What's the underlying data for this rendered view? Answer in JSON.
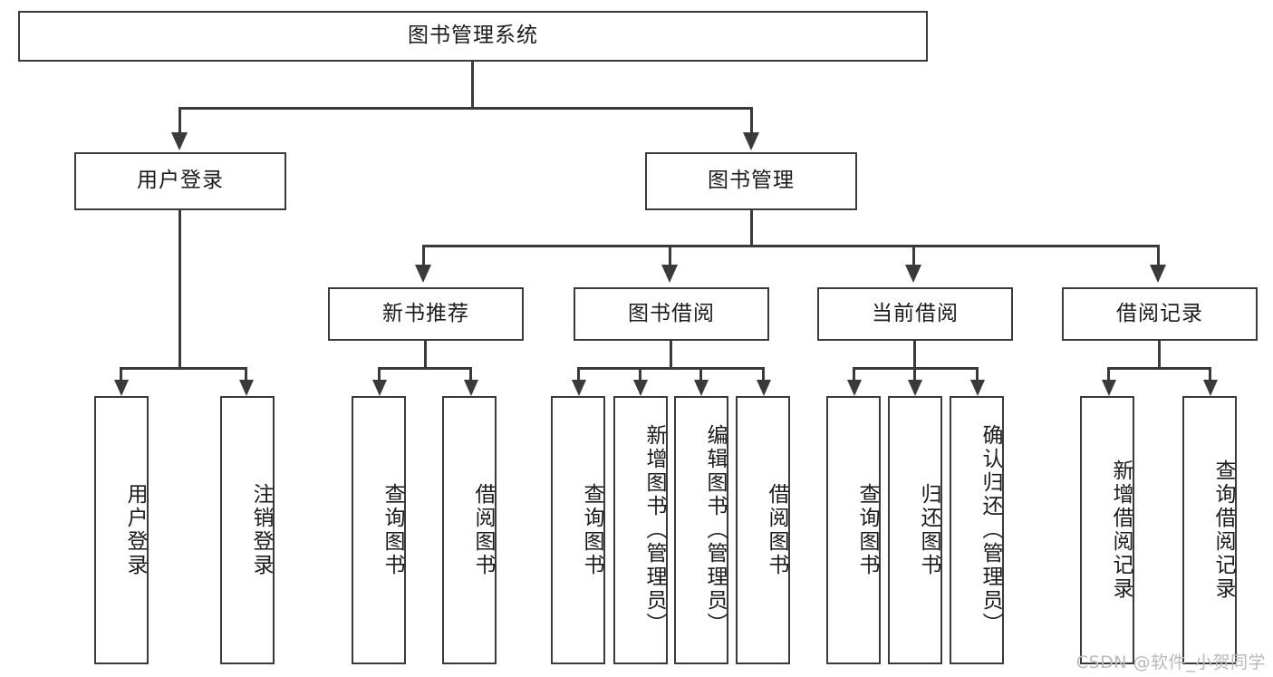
{
  "diagram": {
    "title": "图书管理系统",
    "root": {
      "label": "图书管理系统"
    },
    "level2": [
      {
        "label": "用户登录"
      },
      {
        "label": "图书管理"
      }
    ],
    "level3": [
      {
        "label": "新书推荐"
      },
      {
        "label": "图书借阅"
      },
      {
        "label": "当前借阅"
      },
      {
        "label": "借阅记录"
      }
    ],
    "leaves": {
      "user_login": [
        {
          "label": "用户登录"
        },
        {
          "label": "注销登录"
        }
      ],
      "new_book": [
        {
          "label": "查询图书"
        },
        {
          "label": "借阅图书"
        }
      ],
      "borrow": [
        {
          "label": "查询图书"
        },
        {
          "label": "新增图书（管理员）"
        },
        {
          "label": "编辑图书（管理员）"
        },
        {
          "label": "借阅图书"
        }
      ],
      "current": [
        {
          "label": "查询图书"
        },
        {
          "label": "归还图书"
        },
        {
          "label": "确认归还（管理员）"
        }
      ],
      "records": [
        {
          "label": "新增借阅记录"
        },
        {
          "label": "查询借阅记录"
        }
      ]
    }
  },
  "watermark": {
    "text": "CSDN @软件_小贺同学"
  },
  "colors": {
    "stroke": "#3a3a3a",
    "text": "#1b1b1b",
    "background": "#ffffff",
    "watermark": "#b9b9b9"
  }
}
